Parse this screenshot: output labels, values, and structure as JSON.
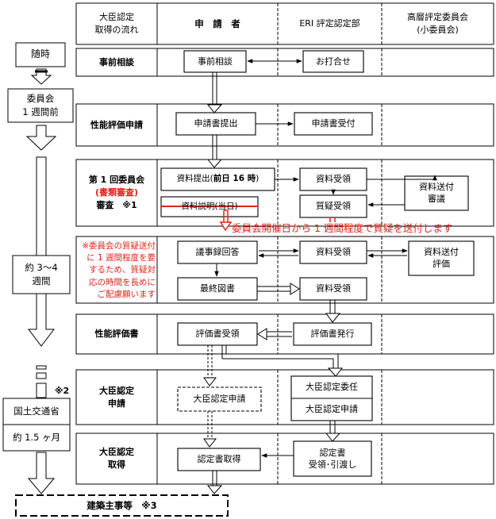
{
  "header": {
    "col_flow": [
      "大臣認定",
      "取得の流れ"
    ],
    "col_applicant": "申　請　者",
    "col_eri": "ERI 評定認定部",
    "col_committee": [
      "高層評定委員会",
      "(小委員会)"
    ]
  },
  "left_timeline": {
    "start": "随時",
    "committee": [
      "委員会",
      "1 週間前"
    ],
    "duration": [
      "約 3～4",
      "週間"
    ],
    "mlit": [
      "国土交通省",
      "約 1.5 ヶ月"
    ],
    "mlit_note": "※2",
    "final": "建築主事等　※3"
  },
  "stages": {
    "prior": "事前相談",
    "application": "性能評価申請",
    "first_meeting": [
      "第 1 回委員会",
      "(書類審査)",
      "審査　※1"
    ],
    "report": "性能評価書",
    "minister_apply": [
      "大臣認定",
      "申請"
    ],
    "minister_obtain": [
      "大臣認定",
      "取得"
    ]
  },
  "boxes": {
    "consult": "事前相談",
    "meeting": "お打合せ",
    "submit_app": "申請書提出",
    "receive_app": "申請書受付",
    "submit_docs_a": "資料提出(",
    "submit_docs_b": "前日 16 時",
    "submit_docs_c": ")",
    "receive_docs_1": "資料受領",
    "send_review": [
      "資料送付",
      "審議"
    ],
    "doc_explain": "資料説明(当日)",
    "question_receive": "質疑受領",
    "minutes_answer": "議事録回答",
    "receive_docs_2": "資料受領",
    "send_eval": [
      "資料送付",
      "評価"
    ],
    "final_drawings": "最終図書",
    "receive_docs_3": "資料受領",
    "report_receive": "評価書受領",
    "report_issue": "評価書発行",
    "minister_apply_box": "大臣認定申請",
    "delegation": "大臣認定委任",
    "eri_apply": "大臣認定申請",
    "cert_receive": "認定書取得",
    "cert_handover": [
      "認定書",
      "受領･引渡し"
    ]
  },
  "annotations": {
    "question_notice": "委員会開催日から 1 週間程度で質疑を送付します",
    "red_note": [
      "※委員会の質疑送付",
      "に 1 週間程度を要",
      "するため、質疑対",
      "応の時間を長めに",
      "ご配慮願います"
    ]
  },
  "colors": {
    "accent_red": "#e2231a",
    "stroke": "#000000"
  }
}
